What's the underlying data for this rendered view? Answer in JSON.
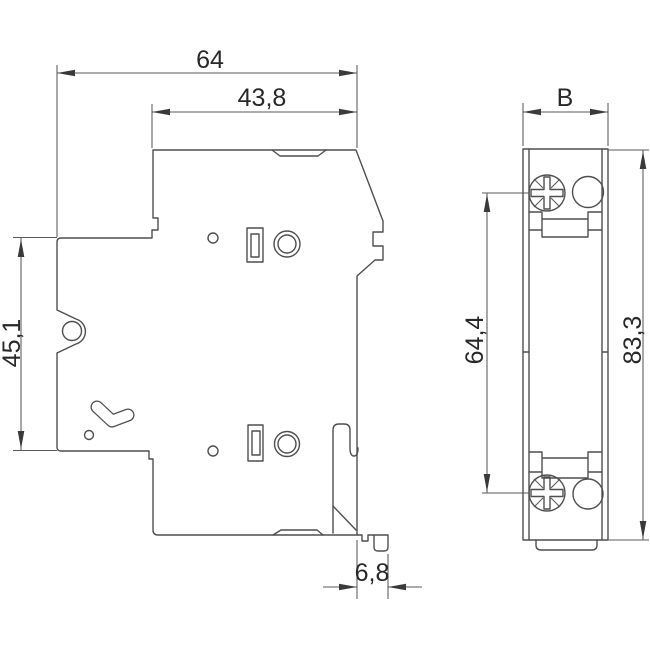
{
  "drawing": {
    "colors": {
      "background": "#ffffff",
      "line": "#4f4f4f",
      "text": "#282828"
    },
    "dimensions": {
      "total_width": "64",
      "upper_width": "43,8",
      "front_height": "45,1",
      "hook_depth": "6,8",
      "module_width": "B",
      "screw_spacing": "64,4",
      "total_height": "83,3"
    }
  }
}
